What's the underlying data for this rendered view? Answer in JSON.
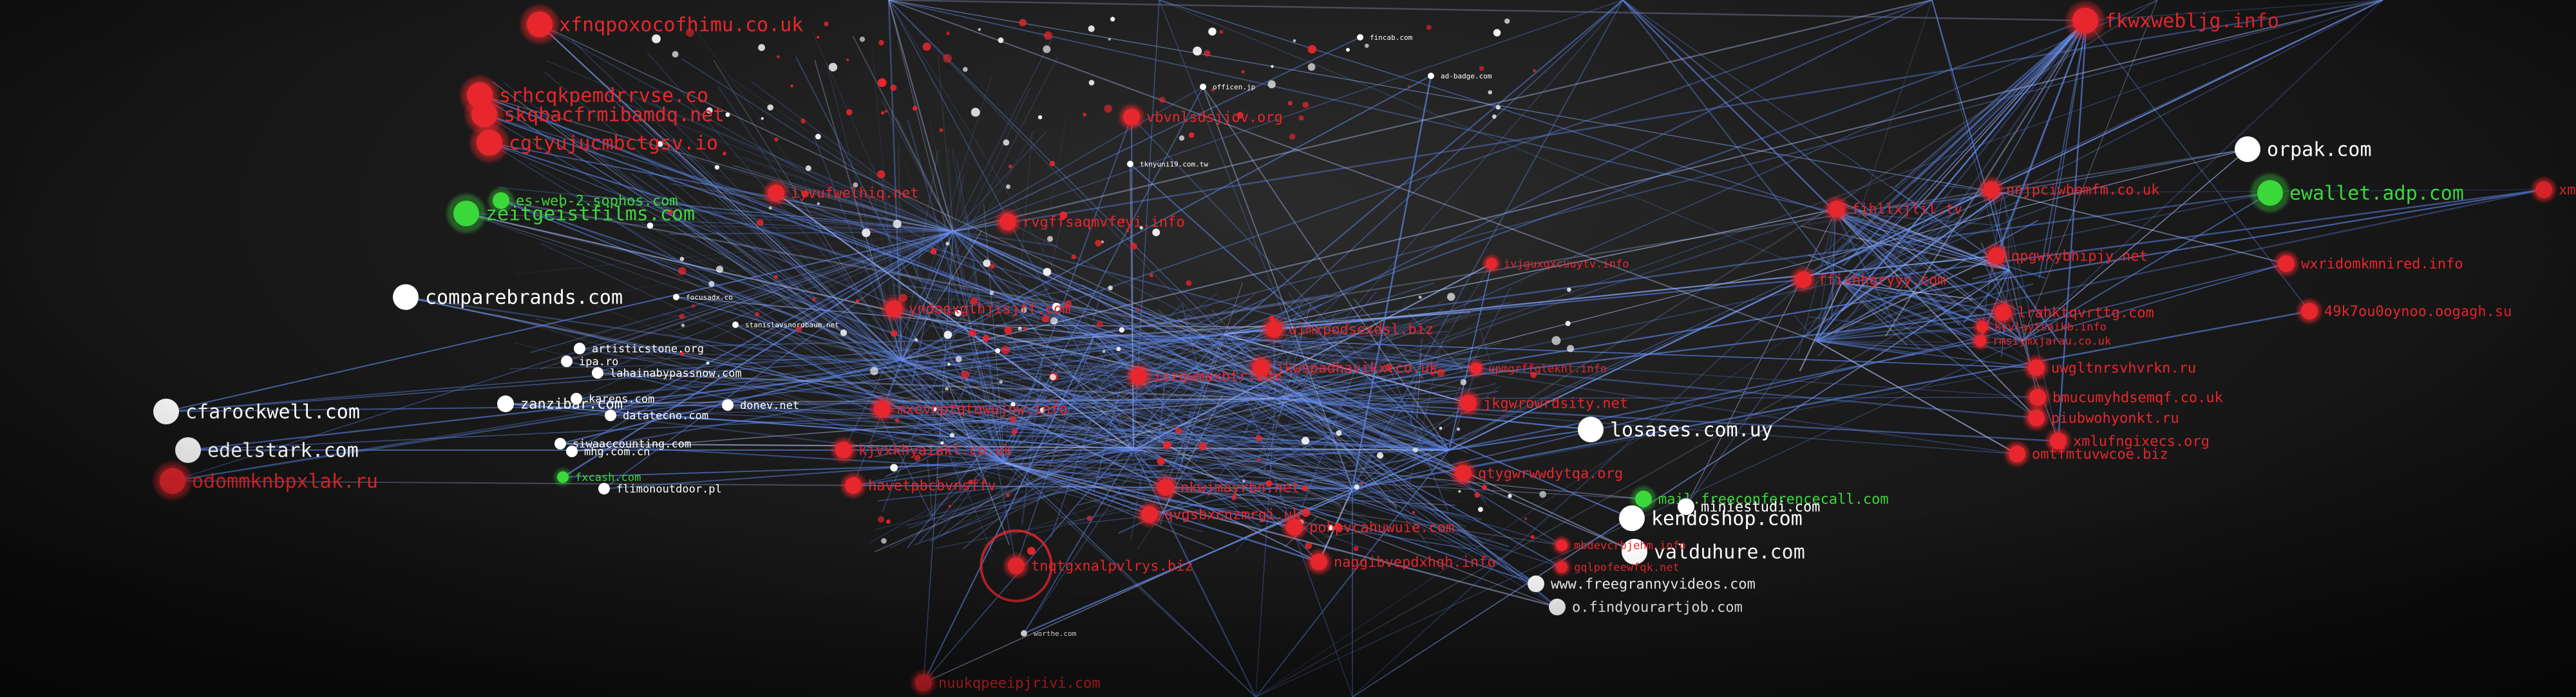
{
  "graph": {
    "colors": {
      "malicious": "#e8262d",
      "benign": "#ffffff",
      "trusted": "#3bd83b",
      "edge": "#5d86e8",
      "edge_glow": "#b8c8ff"
    },
    "nodes": [
      {
        "id": "n1",
        "label": "xfnqpoxocofhimu.co.uk",
        "type": "malicious",
        "size": "large",
        "focus": false
      },
      {
        "id": "n2",
        "label": "srhcqkpemdrrvse.co",
        "type": "malicious",
        "size": "large",
        "focus": false
      },
      {
        "id": "n3",
        "label": "skqbacfrmibamdq.net",
        "type": "malicious",
        "size": "large",
        "focus": false
      },
      {
        "id": "n4",
        "label": "cgtyujucmbctgsv.io",
        "type": "malicious",
        "size": "large",
        "focus": false
      },
      {
        "id": "n5",
        "label": "es-web-2.sophos.com",
        "type": "trusted",
        "size": "medium",
        "focus": false
      },
      {
        "id": "n6",
        "label": "zeitgeistfilms.com",
        "type": "trusted",
        "size": "large",
        "focus": false
      },
      {
        "id": "n7",
        "label": "comparebrands.com",
        "type": "benign",
        "size": "large",
        "focus": false
      },
      {
        "id": "n8",
        "label": "cfarockwell.com",
        "type": "benign",
        "size": "large",
        "focus": false
      },
      {
        "id": "n9",
        "label": "edelstark.com",
        "type": "benign",
        "size": "large",
        "focus": false
      },
      {
        "id": "n10",
        "label": "odommknbpxlak.ru",
        "type": "malicious",
        "size": "large",
        "focus": false
      },
      {
        "id": "n11",
        "label": "artisticstone.org",
        "type": "benign",
        "size": "small",
        "focus": false
      },
      {
        "id": "n12",
        "label": "ipa.ro",
        "type": "benign",
        "size": "small",
        "focus": false
      },
      {
        "id": "n13",
        "label": "lahainabypassnow.com",
        "type": "benign",
        "size": "small",
        "focus": false
      },
      {
        "id": "n14",
        "label": "datatecno.com",
        "type": "benign",
        "size": "small",
        "focus": false
      },
      {
        "id": "n15",
        "label": "donev.net",
        "type": "benign",
        "size": "small",
        "focus": false
      },
      {
        "id": "n16",
        "label": "fxcash.com",
        "type": "trusted",
        "size": "small",
        "focus": false
      },
      {
        "id": "n17",
        "label": "mhg.com.cn",
        "type": "benign",
        "size": "small",
        "focus": false
      },
      {
        "id": "n18",
        "label": "kjvxkhyaiakl.co.uk",
        "type": "malicious",
        "size": "medium",
        "focus": false
      },
      {
        "id": "n19",
        "label": "havetpbcbvnsffv",
        "type": "malicious",
        "size": "medium",
        "focus": false
      },
      {
        "id": "n20",
        "label": "tnqtgxnalpvlrys.biz",
        "type": "malicious",
        "size": "medium",
        "focus": true
      },
      {
        "id": "n21",
        "label": "nuukqpeeipjrivi.com",
        "type": "malicious",
        "size": "medium",
        "focus": false
      },
      {
        "id": "n22",
        "label": "mxevnptqtowujnw.info",
        "type": "malicious",
        "size": "medium",
        "focus": false
      },
      {
        "id": "n23",
        "label": "yndeqxglhjisjff.com",
        "type": "malicious",
        "size": "medium",
        "focus": false
      },
      {
        "id": "n24",
        "label": "vbvnlsdsjjov.org",
        "type": "malicious",
        "size": "medium",
        "focus": false
      },
      {
        "id": "n25",
        "label": "rvgffsaqmvfeyi.info",
        "type": "malicious",
        "size": "medium",
        "focus": false
      },
      {
        "id": "n26",
        "label": "iyvufwelhiq.net",
        "type": "malicious",
        "size": "medium",
        "focus": false
      },
      {
        "id": "n27",
        "label": "ivjguxqxcuuytv.info",
        "type": "malicious",
        "size": "small",
        "focus": false
      },
      {
        "id": "n28",
        "label": "uimxpodsexdsl.biz",
        "type": "malicious",
        "size": "medium",
        "focus": false
      },
      {
        "id": "n29",
        "label": "jkwspadhavikx.co.uk",
        "type": "malicious",
        "size": "medium",
        "focus": false
      },
      {
        "id": "n30",
        "label": "naggibvepdxhqh.info",
        "type": "malicious",
        "size": "medium",
        "focus": false
      },
      {
        "id": "n31",
        "label": "qvgsbxcnzmrgi.uk",
        "type": "malicious",
        "size": "medium",
        "focus": false
      },
      {
        "id": "n32",
        "label": "pohpvcahuwuie.com",
        "type": "malicious",
        "size": "medium",
        "focus": false
      },
      {
        "id": "n33",
        "label": "losases.com.uy",
        "type": "benign",
        "size": "large",
        "focus": false
      },
      {
        "id": "n34",
        "label": "mail.freeconferencecall.com",
        "type": "trusted",
        "size": "medium",
        "focus": false
      },
      {
        "id": "n35",
        "label": "miniestudi.com",
        "type": "benign",
        "size": "medium",
        "focus": false
      },
      {
        "id": "n36",
        "label": "kendoshop.com",
        "type": "benign",
        "size": "large",
        "focus": false
      },
      {
        "id": "n37",
        "label": "valduhure.com",
        "type": "benign",
        "size": "large",
        "focus": false
      },
      {
        "id": "n38",
        "label": "www.freegrannyvideos.com",
        "type": "benign",
        "size": "medium",
        "focus": false
      },
      {
        "id": "n39",
        "label": "o.findyourartjob.com",
        "type": "benign",
        "size": "medium",
        "focus": false
      },
      {
        "id": "n40",
        "label": "gqlpofeewfqk.net",
        "type": "malicious",
        "size": "small",
        "focus": false
      },
      {
        "id": "n41",
        "label": "mbdevcrbjehm.info",
        "type": "malicious",
        "size": "small",
        "focus": false
      },
      {
        "id": "n42",
        "label": "orpak.com",
        "type": "benign",
        "size": "large",
        "focus": false
      },
      {
        "id": "n43",
        "label": "ewallet.adp.com",
        "type": "trusted",
        "size": "large",
        "focus": false
      },
      {
        "id": "n44",
        "label": "xmfafdvdr.net",
        "type": "malicious",
        "size": "medium",
        "focus": false
      },
      {
        "id": "n45",
        "label": "wxridomkmnired.info",
        "type": "malicious",
        "size": "medium",
        "focus": false
      },
      {
        "id": "n46",
        "label": "49k7ou0oynoo.oogagh.su",
        "type": "malicious",
        "size": "medium",
        "focus": false
      },
      {
        "id": "n47",
        "label": "uwgltnrsvhvrkn.ru",
        "type": "malicious",
        "size": "medium",
        "focus": false
      },
      {
        "id": "n48",
        "label": "bmucumyhdsemqf.co.uk",
        "type": "malicious",
        "size": "medium",
        "focus": false
      },
      {
        "id": "n49",
        "label": "piubwohyonkt.ru",
        "type": "malicious",
        "size": "medium",
        "focus": false
      },
      {
        "id": "n50",
        "label": "xmlufngixecs.org",
        "type": "malicious",
        "size": "medium",
        "focus": false
      },
      {
        "id": "n51",
        "label": "omtfmtuvwcoe.biz",
        "type": "malicious",
        "size": "medium",
        "focus": false
      },
      {
        "id": "n52",
        "label": "fihllxjlil.tv",
        "type": "malicious",
        "size": "medium",
        "focus": false
      },
      {
        "id": "n53",
        "label": "ffixhhgryyy.com",
        "type": "malicious",
        "size": "medium",
        "focus": false
      },
      {
        "id": "n54",
        "label": "nnjpciwbemfm.co.uk",
        "type": "malicious",
        "size": "medium",
        "focus": false
      },
      {
        "id": "n55",
        "label": "qpgwxybhipjy.net",
        "type": "malicious",
        "size": "medium",
        "focus": false
      },
      {
        "id": "n56",
        "label": "lrahktqvrttg.com",
        "type": "malicious",
        "size": "medium",
        "focus": false
      },
      {
        "id": "n57",
        "label": "fkwxwebljg.info",
        "type": "malicious",
        "size": "large",
        "focus": false
      },
      {
        "id": "n58",
        "label": "rmsiymxjarau.co.uk",
        "type": "malicious",
        "size": "small",
        "focus": false
      },
      {
        "id": "n59",
        "label": "kvylaytsaikb.info",
        "type": "malicious",
        "size": "small",
        "focus": false
      },
      {
        "id": "n60",
        "label": "qtygwrwwdytqa.org",
        "type": "malicious",
        "size": "medium",
        "focus": false
      },
      {
        "id": "n61",
        "label": "jkgwrowrdsity.net",
        "type": "malicious",
        "size": "medium",
        "focus": false
      },
      {
        "id": "n62",
        "label": "upmgrffglekhl.info",
        "type": "malicious",
        "size": "small",
        "focus": false
      },
      {
        "id": "n63",
        "label": "iszgwmaxbtr.com",
        "type": "malicious",
        "size": "medium",
        "focus": false
      },
      {
        "id": "n64",
        "label": "nkwjmayrbn.net",
        "type": "malicious",
        "size": "medium",
        "focus": false
      },
      {
        "id": "n65",
        "label": "fincab.com",
        "type": "benign",
        "size": "tiny",
        "focus": false
      },
      {
        "id": "n66",
        "label": "ad-badge.com",
        "type": "benign",
        "size": "tiny",
        "focus": false
      },
      {
        "id": "n67",
        "label": "officen.jp",
        "type": "benign",
        "size": "tiny",
        "focus": false
      },
      {
        "id": "n68",
        "label": "tknyuni19.com.tw",
        "type": "benign",
        "size": "tiny",
        "focus": false
      },
      {
        "id": "n69",
        "label": "worthe.com",
        "type": "benign",
        "size": "tiny",
        "focus": false
      },
      {
        "id": "n70",
        "label": "flimonoutdoor.pl",
        "type": "benign",
        "size": "small",
        "focus": false
      },
      {
        "id": "n71",
        "label": "siwaaccounting.com",
        "type": "benign",
        "size": "small",
        "focus": false
      },
      {
        "id": "n72",
        "label": "karens.com",
        "type": "benign",
        "size": "small",
        "focus": false
      },
      {
        "id": "n73",
        "label": "zanzibar.com",
        "type": "benign",
        "size": "medium",
        "focus": false
      },
      {
        "id": "n74",
        "label": "focusadx.co",
        "type": "benign",
        "size": "tiny",
        "focus": false
      },
      {
        "id": "n75",
        "label": "stanislavsnordbaum.net",
        "type": "benign",
        "size": "tiny",
        "focus": false
      }
    ]
  }
}
